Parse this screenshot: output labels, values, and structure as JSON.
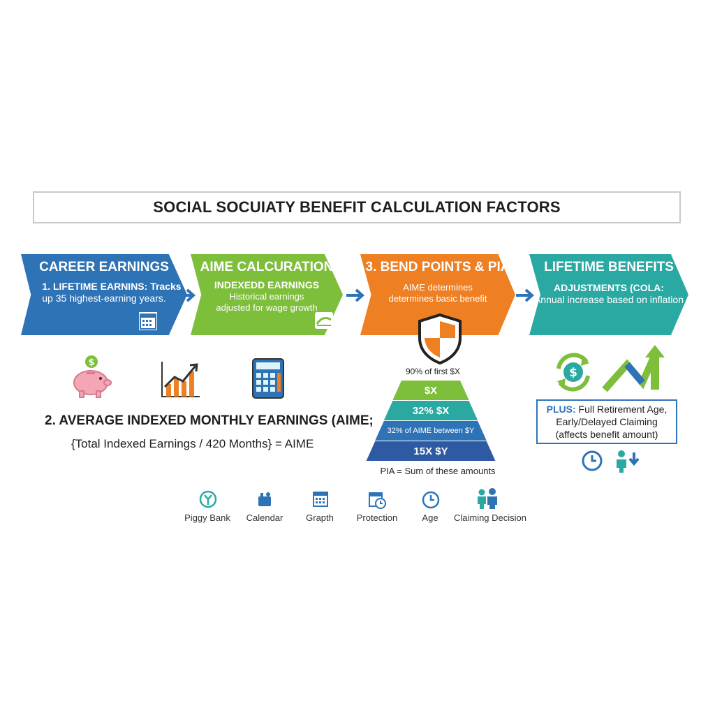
{
  "title": "SOCIAL SOCUIATY BENEFIT CALCULATION FACTORS",
  "steps": [
    {
      "head": "CAREER EARNINGS",
      "sub": "1. LIFETIME EARNINS: Tracks",
      "desc": "up 35 highest-earning years."
    },
    {
      "head": "AIME CALCURATION",
      "sub": "INDEXEDD EARNINGS",
      "desc1": "Historical earnings",
      "desc2": "adjusted for wage growth"
    },
    {
      "head": "3. BEND POINTS & PIA",
      "desc1": "AIME determines",
      "desc2": "determines basic benefit"
    },
    {
      "head": "LIFETIME BENEFITS",
      "sub": "ADJUSTMENTS (COLA:",
      "desc": "Annual increase based on inflation"
    }
  ],
  "aime": {
    "heading": "2. AVERAGE INDEXED MONTHLY EARNINGS (AIME;",
    "formula": "{Total Indexed Earnings / 420 Months} = AIME"
  },
  "pia": {
    "top_label": "90% of first $X",
    "tiers": [
      "$X",
      "32% $X",
      "32% of AIME between $Y",
      "15X $Y"
    ],
    "bottom_label": "PIA = Sum of these amounts"
  },
  "plus_box": {
    "label": "PLUS:",
    "line1": "Full Retirement Age,",
    "line2": "Early/Delayed Claiming",
    "line3": "(affects benefit amount)"
  },
  "legend": [
    "Piggy Bank",
    "Calendar",
    "Grapth",
    "Protection",
    "Age",
    "Claiming Decision"
  ],
  "icons": {
    "piggy": "piggy-bank-icon",
    "chart": "growth-chart-icon",
    "calculator": "calculator-icon",
    "shield": "shield-icon",
    "cola": "refresh-dollar-icon",
    "trend": "trend-arrow-icon"
  },
  "colors": {
    "blue": "#2f73b7",
    "green": "#7dbe3a",
    "orange": "#ef7f23",
    "teal": "#2aa9a2"
  }
}
